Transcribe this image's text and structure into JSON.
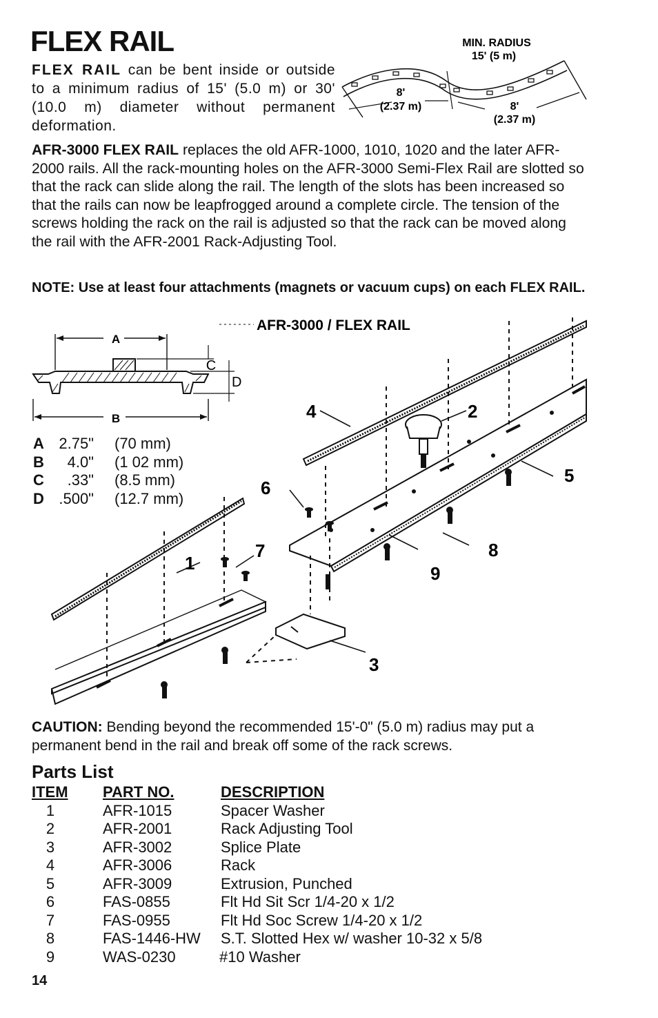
{
  "page": {
    "title": "FLEX RAIL",
    "intro_bold": "FLEX RAIL",
    "intro_text": " can be bent inside or outside to a minimum radius of 15' (5.0 m) or 30' (10.0 m) diameter without permanent  deformation.",
    "para_bold": "AFR-3000 FLEX RAIL",
    "para_text": " replaces the old AFR-1000, 1010, 1020 and the later AFR-2000 rails. All the rack-mounting holes on the AFR-3000 Semi-Flex Rail are slotted so that the rack can slide along the rail. The length of the slots has been increased so that the rails can now be leapfrogged around a complete circle. The tension of the screws holding the rack on the rail is adjusted so that the rack can be moved along the rail with the AFR-2001 Rack-Adjusting Tool.",
    "note": "NOTE: Use at least four attachments (magnets or vacuum cups) on each FLEX RAIL.",
    "caution_label": "CAUTION:",
    "caution_text": " Bending beyond the recommended 15'-0\" (5.0 m) radius may put a permanent bend in the rail and break off some of the rack screws.",
    "page_number": "14"
  },
  "radius_figure": {
    "min_radius_label": "MIN. RADIUS",
    "min_radius_value": "15' (5 m)",
    "seg1_ft": "8'",
    "seg1_m": "(2.37 m)",
    "seg2_ft": "8'",
    "seg2_m": "(2.37 m)"
  },
  "cross_section": {
    "label_a": "A",
    "label_b": "B",
    "label_c": "C",
    "label_d": "D",
    "dimensions": [
      {
        "letter": "A",
        "inch": "2.75\"",
        "mm": "(70 mm)"
      },
      {
        "letter": "B",
        "inch": "4.0\"",
        "mm": "(1 02 mm)"
      },
      {
        "letter": "C",
        "inch": ".33\"",
        "mm": "(8.5 mm)"
      },
      {
        "letter": "D",
        "inch": ".500\"",
        "mm": "(12.7 mm)"
      }
    ]
  },
  "exploded_view": {
    "title": "AFR-3000 / FLEX RAIL",
    "callouts": [
      "1",
      "2",
      "3",
      "4",
      "5",
      "6",
      "7",
      "8",
      "9"
    ]
  },
  "parts_list": {
    "title": "Parts List",
    "headers": {
      "item": "ITEM",
      "part_no": "PART NO.",
      "description": "DESCRIPTION"
    },
    "rows": [
      {
        "item": "1",
        "part_no": "AFR-1015",
        "description": "Spacer Washer"
      },
      {
        "item": "2",
        "part_no": "AFR-2001",
        "description": "Rack Adjusting Tool"
      },
      {
        "item": "3",
        "part_no": "AFR-3002",
        "description": "Splice Plate"
      },
      {
        "item": "4",
        "part_no": "AFR-3006",
        "description": "Rack"
      },
      {
        "item": "5",
        "part_no": "AFR-3009",
        "description": "Extrusion, Punched"
      },
      {
        "item": "6",
        "part_no": "FAS-0855",
        "description": "Flt Hd Sit Scr 1/4-20 x 1/2"
      },
      {
        "item": "7",
        "part_no": "FAS-0955",
        "description": "Flt Hd Soc Screw 1/4-20 x 1/2"
      },
      {
        "item": "8",
        "part_no": "FAS-1446-HW",
        "description": "S.T. Slotted Hex w/ washer 10-32 x 5/8"
      },
      {
        "item": "9",
        "part_no": "WAS-0230",
        "description": "#10 Washer"
      }
    ]
  }
}
